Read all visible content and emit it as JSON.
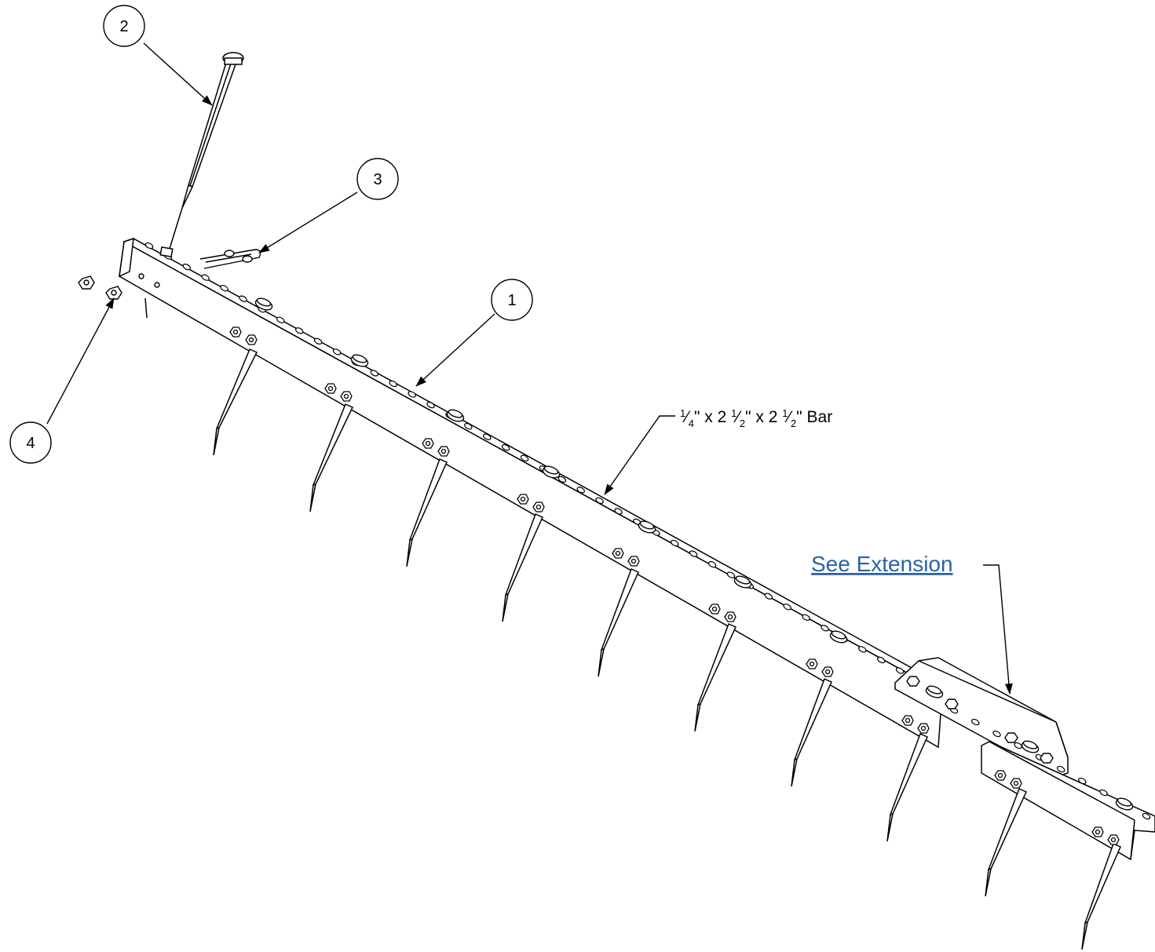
{
  "callouts": [
    {
      "number": "1"
    },
    {
      "number": "2"
    },
    {
      "number": "3"
    },
    {
      "number": "4"
    }
  ],
  "dimension_label": {
    "prefix_num": "1",
    "prefix_den": "4",
    "text_a": "\" x 2 ",
    "mid_num": "1",
    "mid_den": "2",
    "text_b": "\"  x 2 ",
    "end_num": "1",
    "end_den": "2",
    "text_c": "\"  Bar"
  },
  "link": {
    "label": "See Extension"
  },
  "colors": {
    "line": "#000000",
    "link": "#2a62a6",
    "background": "#ffffff"
  }
}
